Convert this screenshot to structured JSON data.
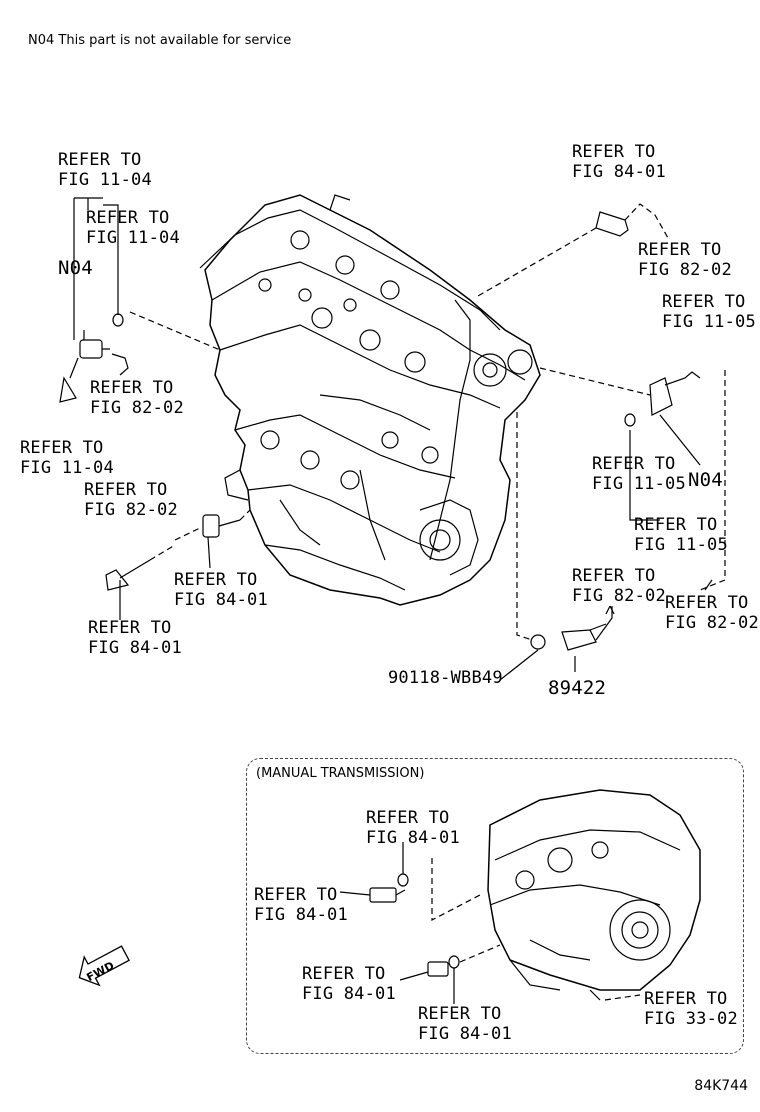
{
  "note": "N04 This part is not available for service",
  "labels": {
    "r1": [
      "REFER TO",
      "FIG 11-04"
    ],
    "r2": [
      "REFER TO",
      "FIG 11-04"
    ],
    "n04_left": "N04",
    "r3": [
      "REFER TO",
      "FIG 82-02"
    ],
    "r4": [
      "REFER TO",
      "FIG 11-04"
    ],
    "r5": [
      "REFER TO",
      "FIG 82-02"
    ],
    "r6": [
      "REFER TO",
      "FIG 84-01"
    ],
    "r7": [
      "REFER TO",
      "FIG 84-01"
    ],
    "r8": [
      "REFER TO",
      "FIG 84-01"
    ],
    "r9": [
      "REFER TO",
      "FIG 82-02"
    ],
    "r10": [
      "REFER TO",
      "FIG 11-05"
    ],
    "r11": [
      "REFER TO",
      "FIG 11-05"
    ],
    "n04_right": "N04",
    "r12": [
      "REFER TO",
      "FIG 11-05"
    ],
    "r13": [
      "REFER TO",
      "FIG 82-02"
    ],
    "r14": [
      "REFER TO",
      "FIG 82-02"
    ],
    "part_gasket": "90118-WBB49",
    "part_sensor": "89422",
    "mt_title": "(MANUAL TRANSMISSION)",
    "m1": [
      "REFER TO",
      "FIG 84-01"
    ],
    "m2": [
      "REFER TO",
      "FIG 84-01"
    ],
    "m3": [
      "REFER TO",
      "FIG 84-01"
    ],
    "m4": [
      "REFER TO",
      "FIG 84-01"
    ],
    "m5": [
      "REFER TO",
      "FIG 33-02"
    ],
    "fwd": "FWD",
    "code": "84K744"
  }
}
